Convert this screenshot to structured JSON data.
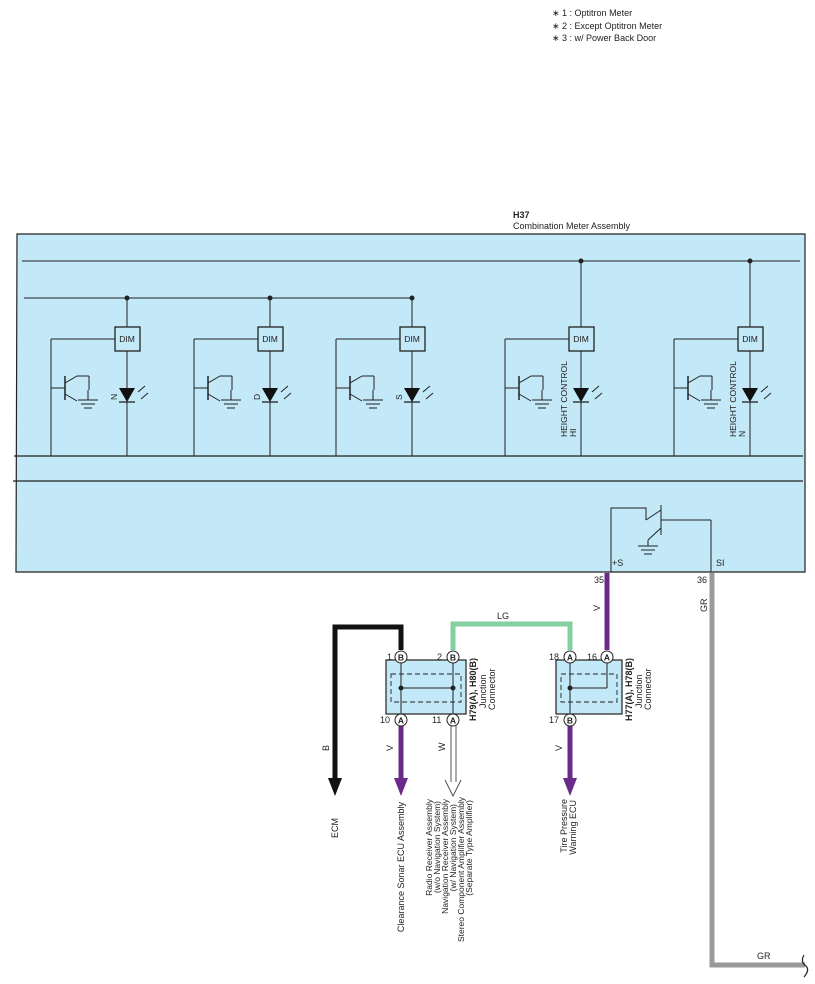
{
  "notes": [
    "∗ 1 : Optitron Meter",
    "∗ 2 : Except Optitron Meter",
    "∗ 3 : w/ Power Back Door"
  ],
  "component": {
    "code": "H37",
    "name": "Combination Meter Assembly"
  },
  "dim_label": "DIM",
  "indicators": [
    {
      "label": "N"
    },
    {
      "label": "D"
    },
    {
      "label": "S"
    },
    {
      "label1": "HEIGHT CONTROL",
      "label2": "HI"
    },
    {
      "label1": "HEIGHT CONTROL",
      "label2": "N"
    }
  ],
  "meter_terminals": [
    {
      "pin": "35",
      "name": "+S",
      "wire": "V"
    },
    {
      "pin": "36",
      "name": "SI",
      "wire": "GR"
    }
  ],
  "junction_1": {
    "codes": "H79(A), H80(B)",
    "name": "Junction Connector",
    "top_pins": [
      {
        "pin": "1",
        "conn": "B"
      },
      {
        "pin": "2",
        "conn": "B"
      }
    ],
    "bottom_pins": [
      {
        "pin": "10",
        "conn": "A"
      },
      {
        "pin": "11",
        "conn": "A"
      }
    ]
  },
  "junction_2": {
    "codes": "H77(A), H78(B)",
    "name": "Junction Connector",
    "top_pins": [
      {
        "pin": "18",
        "conn": "A"
      },
      {
        "pin": "16",
        "conn": "A"
      }
    ],
    "bottom_pins": [
      {
        "pin": "17",
        "conn": "B"
      }
    ]
  },
  "link_wire": "LG",
  "outputs": {
    "ecm": {
      "wire": "B",
      "dest": "ECM"
    },
    "sonar": {
      "wire": "V",
      "dest": "Clearance Sonar ECU Assembly"
    },
    "radio": {
      "wire": "W",
      "lines": [
        "Radio Receiver Assembly",
        "(w/o Navigation System)",
        "Navigation Receiver Assembly",
        "(w/ Navigation System)",
        "Stereo Component Amplifier Assembly",
        "(Separate Type Amplifier)"
      ]
    },
    "tire": {
      "wire": "V",
      "lines": [
        "Tire Pressure",
        "Warning ECU"
      ]
    }
  },
  "gr_wire": "GR",
  "colors": {
    "panel": "#c3e8f7",
    "purple": "#6a2a8a",
    "green": "#84cfa0",
    "gray": "#9a9a9a",
    "black": "#111111"
  }
}
